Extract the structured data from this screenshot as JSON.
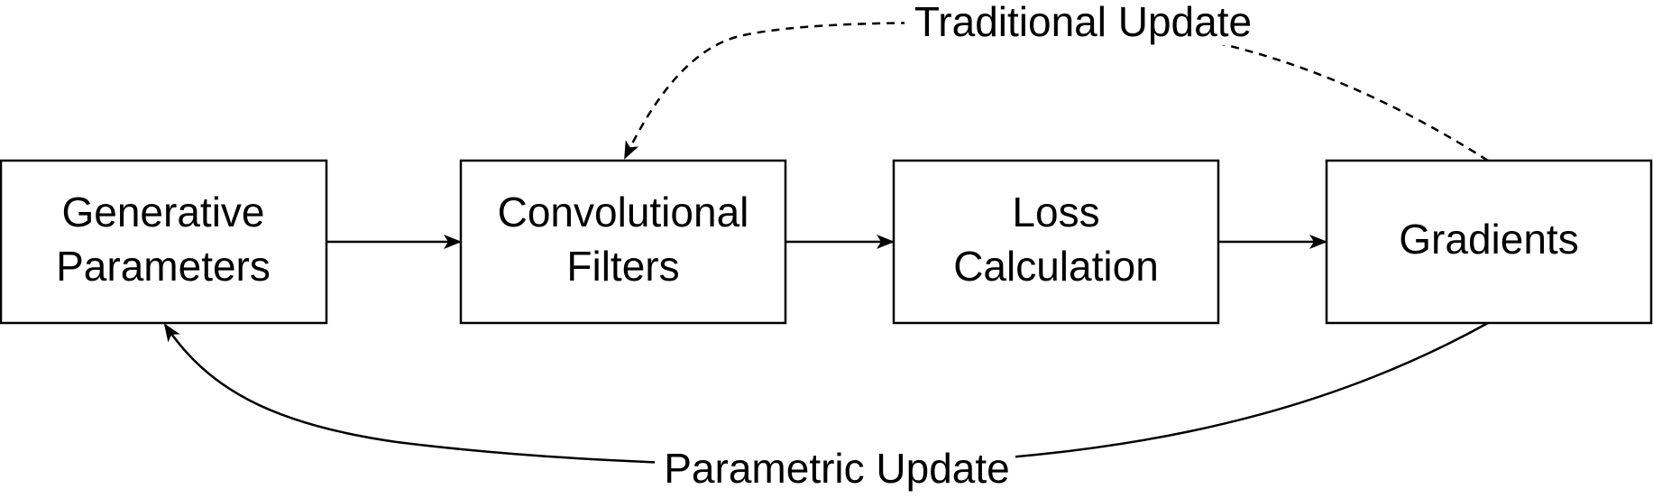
{
  "nodes": [
    {
      "id": "generative-parameters",
      "lines": [
        "Generative",
        "Parameters"
      ]
    },
    {
      "id": "convolutional-filters",
      "lines": [
        "Convolutional",
        "Filters"
      ]
    },
    {
      "id": "loss-calculation",
      "lines": [
        "Loss",
        "Calculation"
      ]
    },
    {
      "id": "gradients",
      "lines": [
        "Gradients"
      ]
    }
  ],
  "edges": {
    "traditional_update": {
      "label": "Traditional Update",
      "style": "dashed"
    },
    "parametric_update": {
      "label": "Parametric Update",
      "style": "solid"
    }
  },
  "colors": {
    "stroke": "#000000",
    "background": "#ffffff"
  }
}
